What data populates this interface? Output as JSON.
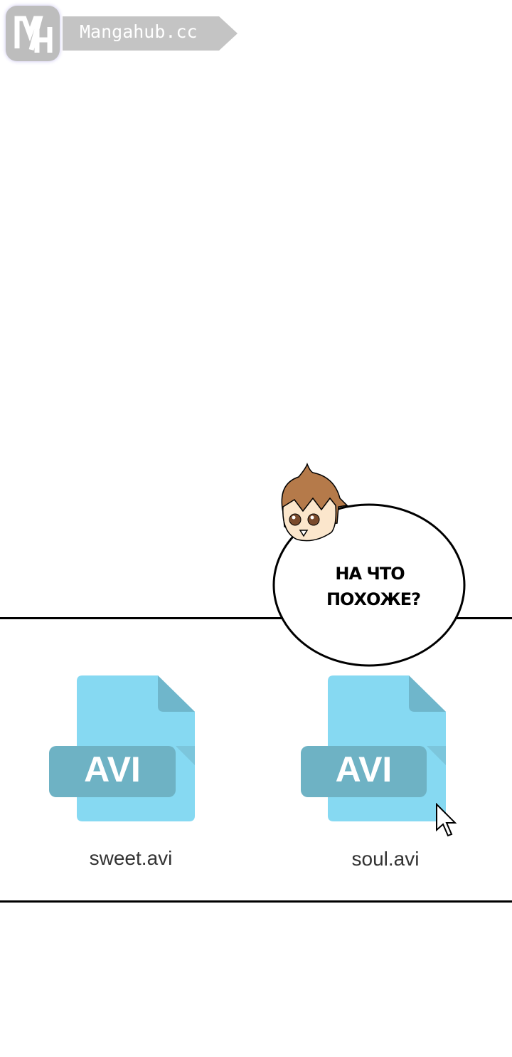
{
  "watermark": {
    "logo_text": "MH",
    "site": "Mangahub.cc"
  },
  "speech_bubble": {
    "line1": "НА ЧТО",
    "line2": "ПОХОЖЕ?"
  },
  "files": [
    {
      "type_label": "AVI",
      "name": "sweet.avi"
    },
    {
      "type_label": "AVI",
      "name": "soul.avi"
    }
  ],
  "colors": {
    "file_body": "#86d9f2",
    "file_fold": "#6fb6cb",
    "file_band": "#6eb2c4"
  }
}
